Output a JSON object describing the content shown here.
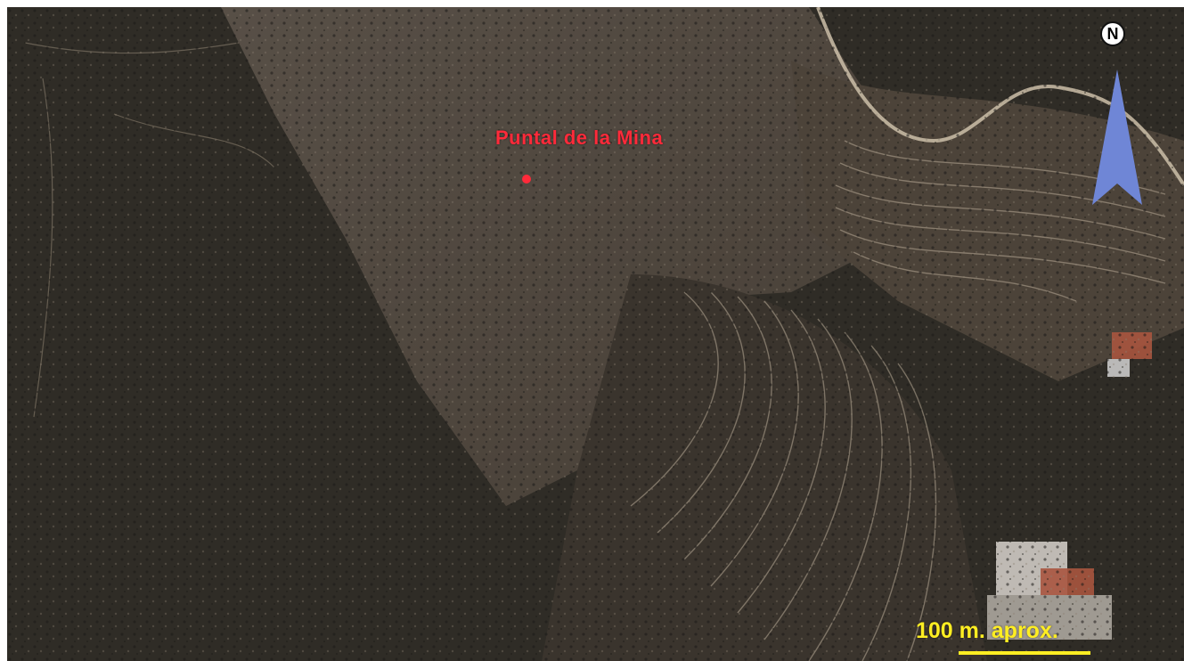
{
  "map": {
    "place_label": "Puntal de la Mina",
    "north_label": "N",
    "scale_label": "100 m. aprox.",
    "colors": {
      "label": "#ff2a3a",
      "scale": "#ffee22",
      "arrow": "#6f86d6",
      "terrain_dark": "#2c2a25",
      "terrain_light": "#6a5e52"
    },
    "icons": [
      "north-arrow-icon",
      "location-marker-icon"
    ]
  }
}
